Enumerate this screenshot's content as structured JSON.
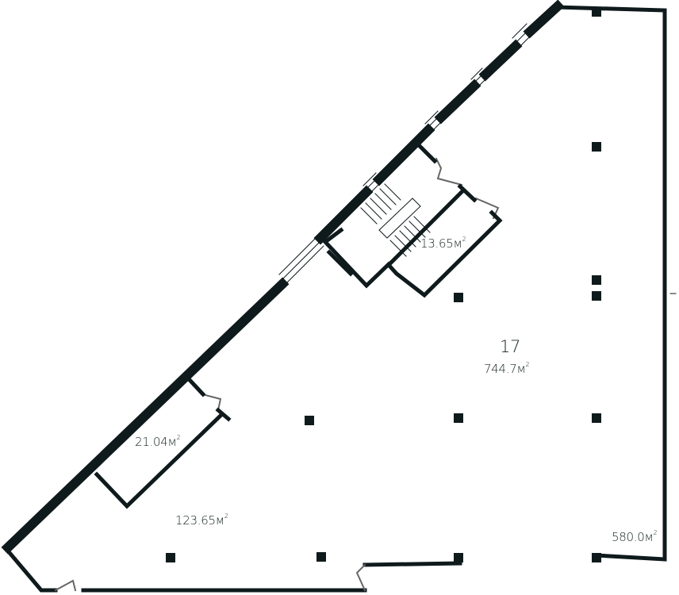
{
  "unit_suffix": "м",
  "unit_power": "2",
  "colors": {
    "wall": "#0f1a1c",
    "door": "#666666",
    "background": "#ffffff"
  },
  "unit": {
    "number": "17",
    "total_area": "744.7"
  },
  "rooms": [
    {
      "id": "stair-room",
      "area": "13.65"
    },
    {
      "id": "small-room",
      "area": "21.04"
    },
    {
      "id": "left-zone",
      "area": "123.65"
    },
    {
      "id": "right-zone",
      "area": "580.0"
    }
  ]
}
